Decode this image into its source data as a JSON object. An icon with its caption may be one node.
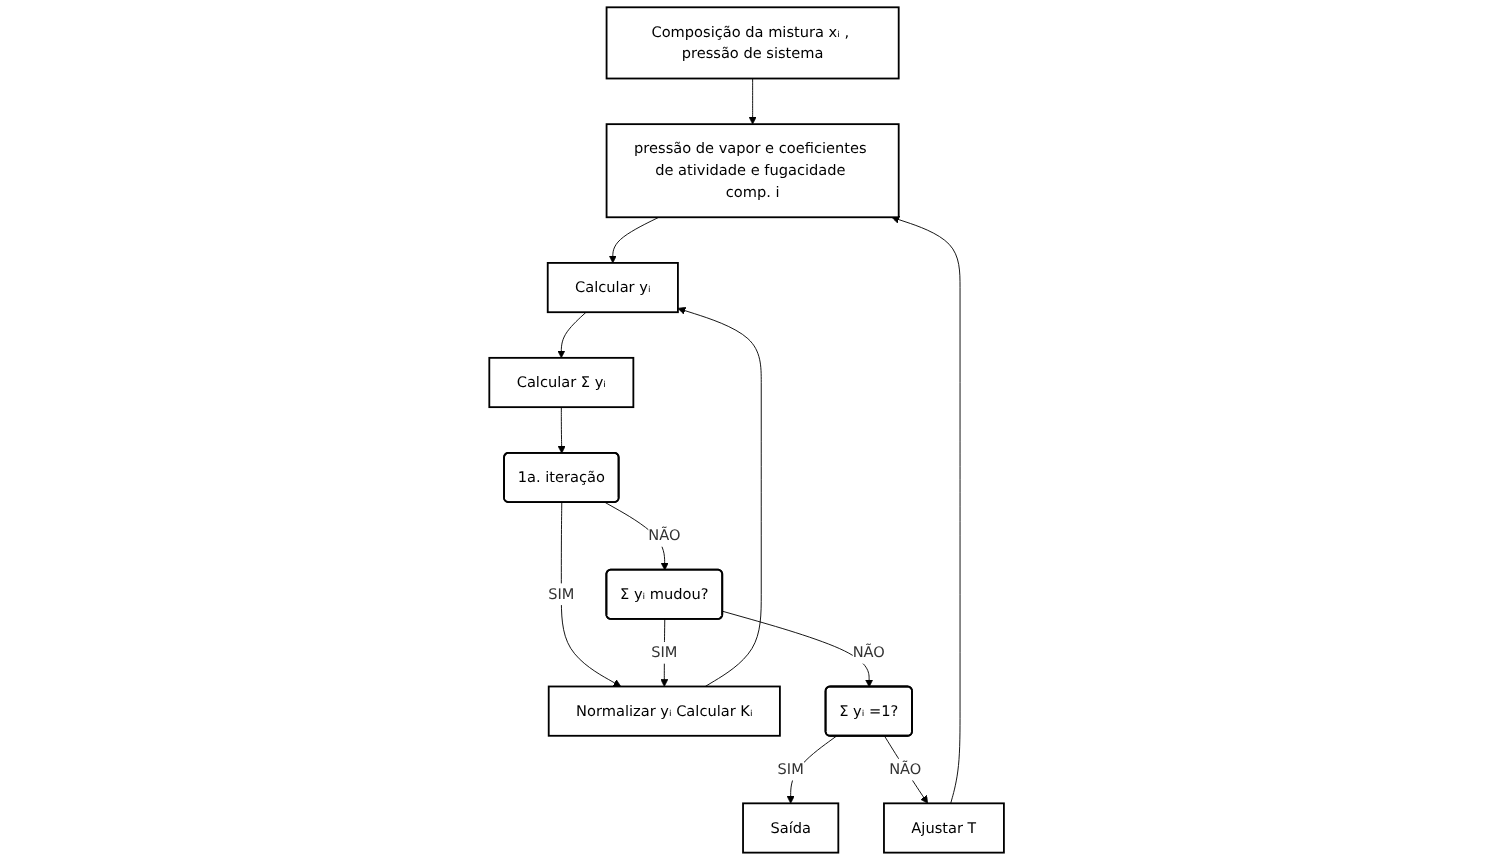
{
  "diagram": {
    "nodes": [
      {
        "text": [
          "Composição da mistura xᵢ , pressão de sistema"
        ]
      },
      {
        "text": [
          "pressão de vapor e coeficientes de atividade e fugacidade comp. i"
        ]
      },
      {
        "text": [
          "Calcular yᵢ"
        ]
      },
      {
        "text": [
          "Calcular Σ yᵢ"
        ]
      },
      {
        "text": [
          "1a. iteração"
        ]
      },
      {
        "text": [
          "Normalizar yᵢ Calcular Kᵢ"
        ]
      },
      {
        "text": [
          "Σ yᵢ mudou?"
        ]
      },
      {
        "text": [
          "Σ yᵢ =1?"
        ]
      },
      {
        "text": [
          "Ajustar T"
        ]
      },
      {
        "text": [
          "Saída"
        ]
      }
    ],
    "edges": [
      {
        "from": 0,
        "to": 1,
        "arrow": "to"
      },
      {
        "from": 1,
        "to": 2,
        "arrow": "to"
      },
      {
        "from": 2,
        "to": 3,
        "arrow": "to"
      },
      {
        "from": 3,
        "to": 4,
        "arrow": "to"
      },
      {
        "from": 4,
        "to": 5,
        "arrow": "to",
        "label": "SIM"
      },
      {
        "from": 4,
        "to": 6,
        "arrow": "to",
        "label": "NÃO"
      },
      {
        "from": 6,
        "to": 5,
        "arrow": "to",
        "label": "SIM"
      },
      {
        "from": 5,
        "to": 2,
        "arrow": "to"
      },
      {
        "from": 6,
        "to": 7,
        "arrow": "to",
        "label": "NÃO"
      },
      {
        "from": 7,
        "to": 9,
        "arrow": "to",
        "label": "SIM"
      },
      {
        "from": 7,
        "to": 8,
        "arrow": "to",
        "label": "NÃO"
      },
      {
        "from": 8,
        "to": 1,
        "arrow": "to"
      }
    ]
  }
}
